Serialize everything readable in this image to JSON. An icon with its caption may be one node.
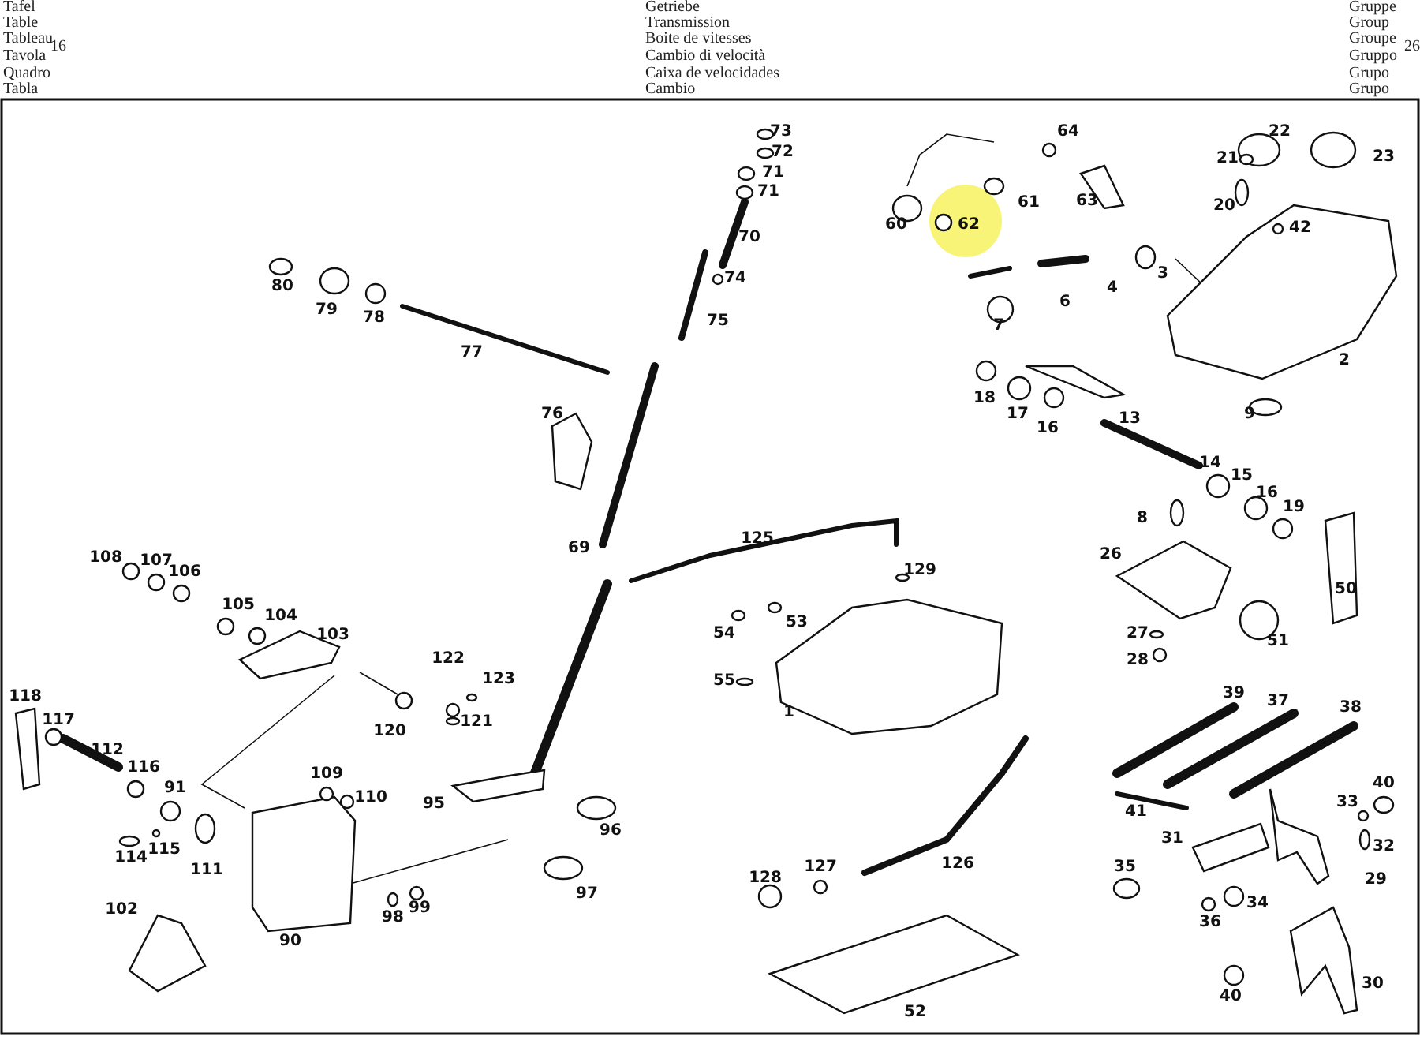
{
  "diagram": {
    "labels": [
      "Tafel",
      "Table",
      "Tableau",
      "16",
      "Tavola",
      "Quadro",
      "Tabla",
      "Getriebe",
      "Transmission",
      "Boite de vitesses",
      "Cambio di velocità",
      "Caixa de velocidades",
      "Cambio",
      "Gruppe",
      "Group",
      "Groupe",
      "26",
      "Gruppo",
      "Grupo",
      "Grupo",
      "73",
      "72",
      "71",
      "71",
      "70",
      "74",
      "75",
      "80",
      "79",
      "78",
      "77",
      "76",
      "69",
      "64",
      "60",
      "62",
      "61",
      "63",
      "22",
      "21",
      "23",
      "20",
      "42",
      "3",
      "4",
      "6",
      "7",
      "2",
      "18",
      "17",
      "16",
      "13",
      "9",
      "14",
      "15",
      "16",
      "19",
      "8",
      "125",
      "129",
      "26",
      "50",
      "51",
      "27",
      "28",
      "108",
      "107",
      "106",
      "105",
      "104",
      "103",
      "122",
      "123",
      "121",
      "120",
      "118",
      "117",
      "112",
      "116",
      "91",
      "109",
      "110",
      "95",
      "96",
      "97",
      "114",
      "115",
      "111",
      "102",
      "90",
      "98",
      "99",
      "54",
      "53",
      "55",
      "1",
      "39",
      "37",
      "38",
      "41",
      "40",
      "33",
      "32",
      "31",
      "35",
      "29",
      "34",
      "36",
      "126",
      "128",
      "127",
      "52",
      "40",
      "30"
    ]
  }
}
